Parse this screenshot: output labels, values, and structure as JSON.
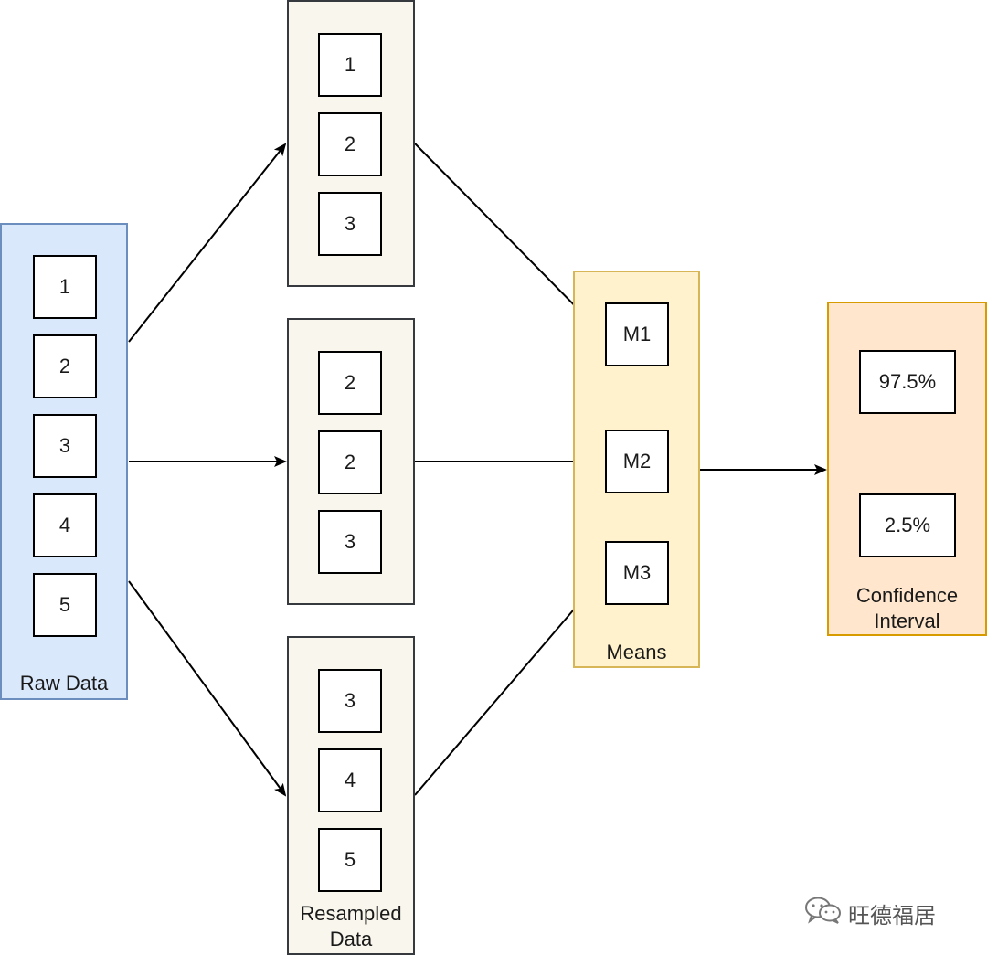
{
  "raw_data": {
    "label": "Raw Data",
    "items": [
      "1",
      "2",
      "3",
      "4",
      "5"
    ]
  },
  "resample_1": {
    "items": [
      "1",
      "2",
      "3"
    ]
  },
  "resample_2": {
    "items": [
      "2",
      "2",
      "3"
    ]
  },
  "resample_3": {
    "label": "Resampled\nData",
    "items": [
      "3",
      "4",
      "5"
    ]
  },
  "means": {
    "label": "Means",
    "items": [
      "M1",
      "M2",
      "M3"
    ]
  },
  "confidence_interval": {
    "label": "Confidence\nInterval",
    "upper": "97.5%",
    "lower": "2.5%"
  },
  "watermark": {
    "text": "旺德福居",
    "icon": "wechat-icon"
  }
}
